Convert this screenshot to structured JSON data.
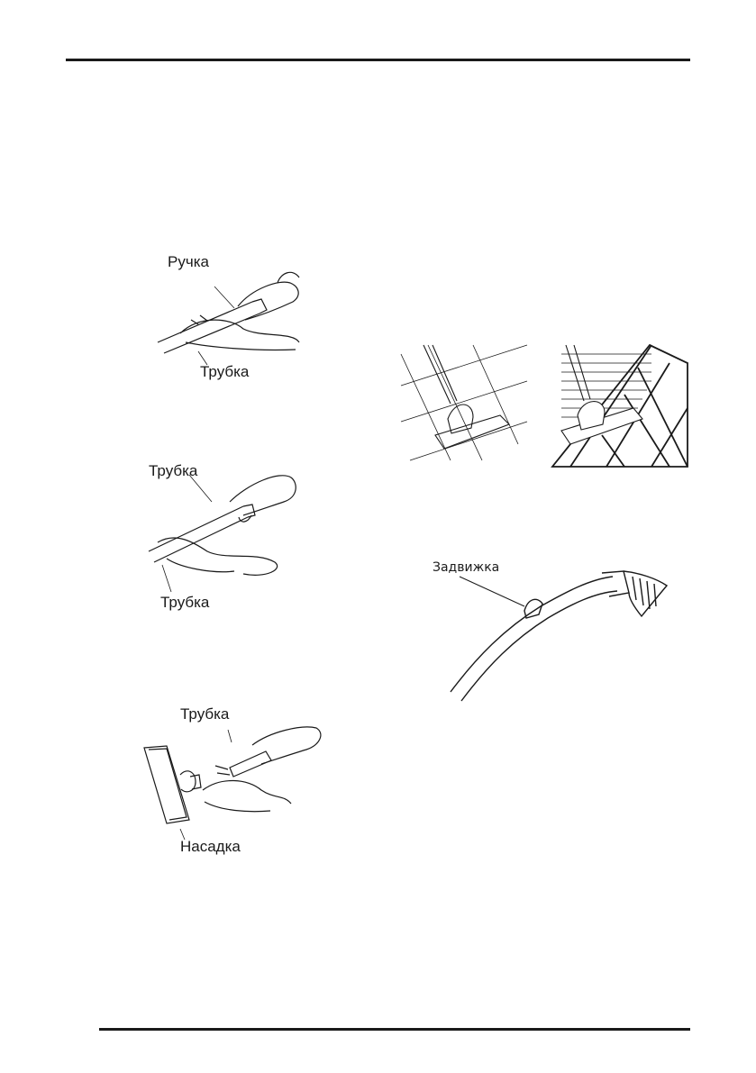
{
  "figures": {
    "handle_to_tube": {
      "label_top": "Ручка",
      "label_bottom": "Трубка"
    },
    "tube_to_tube": {
      "label_top": "Трубка",
      "label_bottom": "Трубка"
    },
    "tube_to_nozzle": {
      "label_top": "Трубка",
      "label_bottom": "Насадка"
    },
    "hose_latch": {
      "label": "Задвижка"
    }
  },
  "icons": [
    "hands-connecting-handle-icon",
    "hands-connecting-tubes-icon",
    "hands-attaching-nozzle-icon",
    "floor-nozzle-tile-icon",
    "floor-nozzle-carpet-icon",
    "hose-latch-icon"
  ]
}
